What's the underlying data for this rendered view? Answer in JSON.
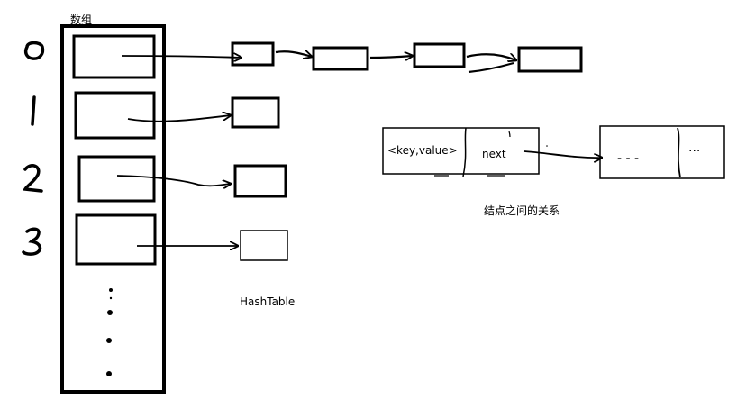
{
  "array_label": "数组",
  "indices": [
    "0",
    "1",
    "2",
    "3"
  ],
  "hashtable_label": "HashTable",
  "node": {
    "key_value": "<key,value>",
    "next": "next",
    "continuation": "- - -",
    "continuation_tail": "···"
  },
  "relation_caption": "结点之间的关系",
  "colors": {
    "ink": "#000000",
    "background": "#ffffff"
  }
}
